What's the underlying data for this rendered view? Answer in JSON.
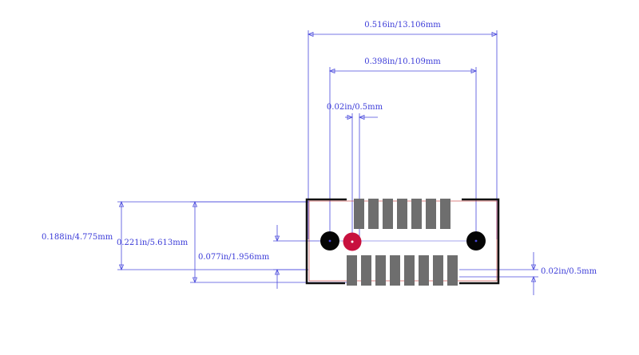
{
  "dimensions": {
    "overall_width": "0.516in/13.106mm",
    "mount_hole_spacing": "0.398in/10.109mm",
    "pin_pitch": "0.02in/0.5mm",
    "overall_height": "0.188in/4.775mm",
    "pad_extent_height": "0.221in/5.613mm",
    "row_offset": "0.077in/1.956mm",
    "pad_width": "0.02in/0.5mm"
  },
  "colors": {
    "dimension": "#4a4adc",
    "outline": "#111111",
    "pad": "#6e6e6e",
    "mount_hole": "#050505",
    "pin1_marker": "#c8103e",
    "keepout": "#c83232"
  },
  "pads": {
    "top_row_count": 7,
    "bottom_row_count": 8
  }
}
